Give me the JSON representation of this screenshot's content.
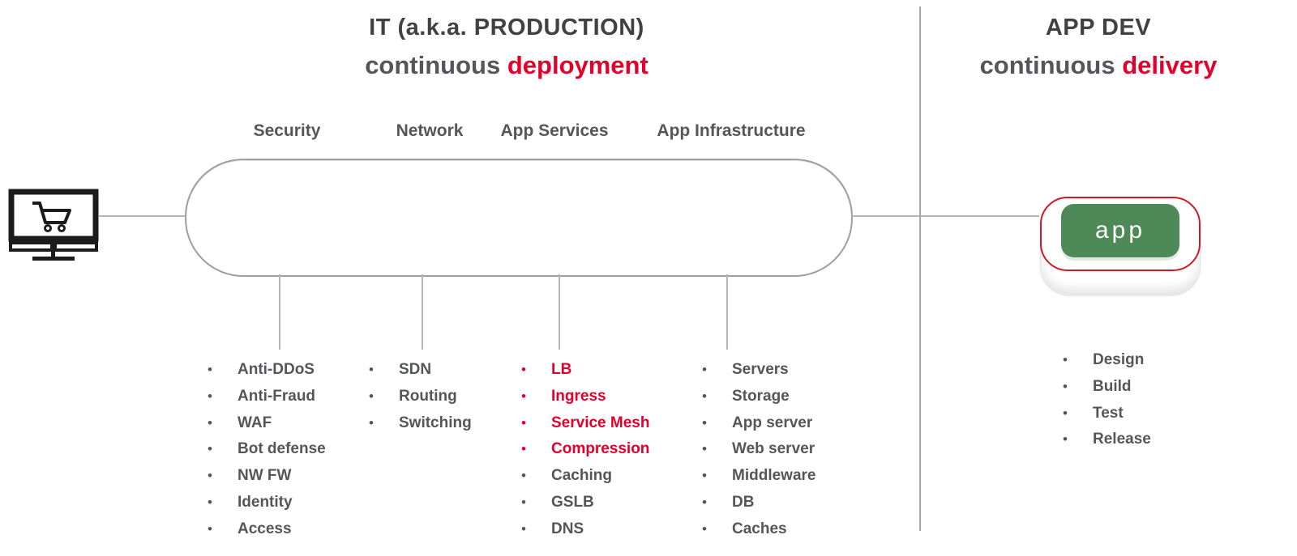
{
  "left_section": {
    "title": "IT (a.k.a. PRODUCTION)",
    "subtitle_prefix": "continuous ",
    "subtitle_highlight": "deployment"
  },
  "right_section": {
    "title": "APP DEV",
    "subtitle_prefix": "continuous ",
    "subtitle_highlight": "delivery",
    "app_icon_label": "app",
    "items": [
      {
        "label": "Design",
        "highlight": false
      },
      {
        "label": "Build",
        "highlight": false
      },
      {
        "label": "Test",
        "highlight": false
      },
      {
        "label": "Release",
        "highlight": false
      }
    ]
  },
  "icons": {
    "left": "monitor-with-shopping-cart-icon",
    "right": "3d-app-button-icon"
  },
  "pipeline": {
    "categories": [
      {
        "label": "Security",
        "items": [
          {
            "label": "Anti-DDoS",
            "highlight": false
          },
          {
            "label": "Anti-Fraud",
            "highlight": false
          },
          {
            "label": "WAF",
            "highlight": false
          },
          {
            "label": "Bot defense",
            "highlight": false
          },
          {
            "label": "NW FW",
            "highlight": false
          },
          {
            "label": "Identity",
            "highlight": false
          },
          {
            "label": "Access",
            "highlight": false
          }
        ]
      },
      {
        "label": "Network",
        "items": [
          {
            "label": "SDN",
            "highlight": false
          },
          {
            "label": "Routing",
            "highlight": false
          },
          {
            "label": "Switching",
            "highlight": false
          }
        ]
      },
      {
        "label": "App Services",
        "items": [
          {
            "label": "LB",
            "highlight": true
          },
          {
            "label": "Ingress",
            "highlight": true
          },
          {
            "label": "Service Mesh",
            "highlight": true
          },
          {
            "label": "Compression",
            "highlight": true
          },
          {
            "label": "Caching",
            "highlight": false
          },
          {
            "label": "GSLB",
            "highlight": false
          },
          {
            "label": "DNS",
            "highlight": false
          }
        ]
      },
      {
        "label": "App Infrastructure",
        "items": [
          {
            "label": "Servers",
            "highlight": false
          },
          {
            "label": "Storage",
            "highlight": false
          },
          {
            "label": "App server",
            "highlight": false
          },
          {
            "label": "Web server",
            "highlight": false
          },
          {
            "label": "Middleware",
            "highlight": false
          },
          {
            "label": "DB",
            "highlight": false
          },
          {
            "label": "Caches",
            "highlight": false
          }
        ]
      }
    ]
  },
  "colors": {
    "accent_red": "#e4002b",
    "text_dark": "#414042",
    "text_gray": "#55565a",
    "line_gray": "#b5b5b5",
    "outline_gray": "#9e9e9e",
    "app_green": "#4d8a57",
    "app_outline_red": "#cf1928"
  }
}
